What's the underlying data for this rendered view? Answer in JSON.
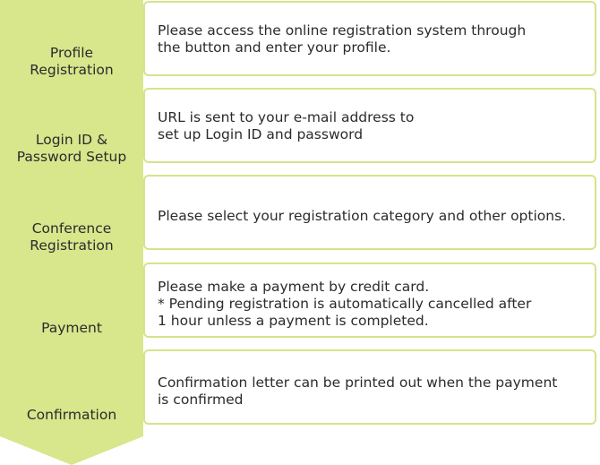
{
  "colors": {
    "chevron_fill": "#d8e68c",
    "box_border": "#d4e48a",
    "text": "#2b2b2b"
  },
  "steps": [
    {
      "label": "Profile\nRegistration",
      "description": "Please access the online registration system through\nthe button and enter your profile."
    },
    {
      "label": "Login ID &\nPassword Setup",
      "description": "URL is sent to your e-mail address to\nset up Login ID and password"
    },
    {
      "label": "Conference\nRegistration",
      "description": "Please select your registration category and other options."
    },
    {
      "label": "Payment",
      "description": "Please make a payment by credit card.\n* Pending registration is automatically cancelled after\n  1 hour unless a payment is completed."
    },
    {
      "label": "Confirmation",
      "description": "Confirmation letter can be printed out when the payment\nis confirmed"
    }
  ]
}
